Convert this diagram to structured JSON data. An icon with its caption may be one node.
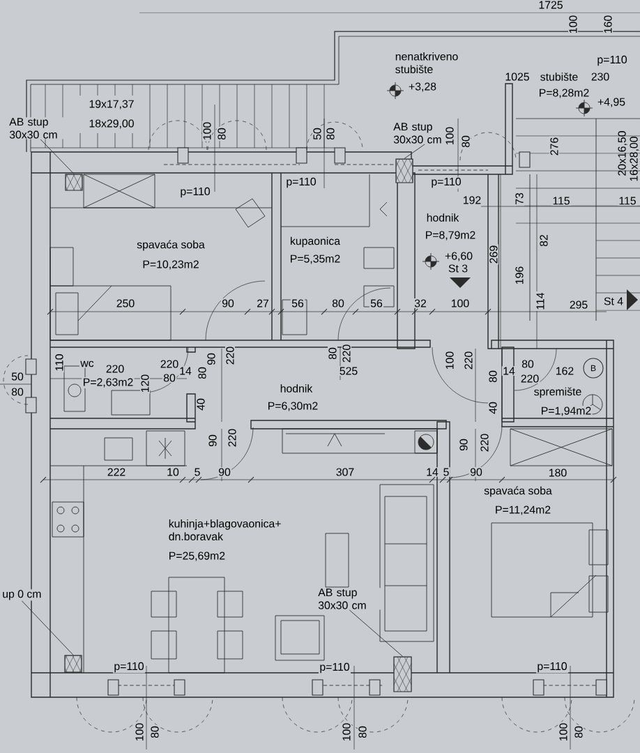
{
  "diagram": {
    "nodes": [
      {
        "text": [
          "B"
        ]
      },
      {
        "text": [
          "AB stup 30x30 cm"
        ]
      },
      {
        "text": [],
        "shape": "box"
      },
      {
        "text": [
          "AB stup 30x30 cm"
        ]
      },
      {
        "text": [],
        "shape": "box"
      },
      {
        "text": [
          "up 0 cm"
        ]
      },
      {
        "text": [],
        "shape": "box"
      },
      {
        "text": [
          "AB stup 30x30 cm"
        ]
      },
      {
        "text": [],
        "shape": "box"
      }
    ],
    "edges": [
      {
        "from": 1,
        "to": 2,
        "arrow": "none"
      },
      {
        "from": 3,
        "to": 4,
        "arrow": "none"
      },
      {
        "from": 5,
        "to": 6,
        "arrow": "none"
      },
      {
        "from": 7,
        "to": 8,
        "arrow": "none"
      }
    ],
    "labels": [
      "1725",
      "100",
      "160",
      "nenatkriveno stubište",
      "p=110",
      "1025",
      "stubište",
      "230",
      "+3,28",
      "P=8,28m2",
      "19x17,37",
      "+4,95",
      "18x29,00",
      "100",
      "80",
      "50",
      "80",
      "100",
      "80",
      "276",
      "20x16,50",
      "16x28,00",
      "p=110",
      "p=110",
      "p=110",
      "192",
      "73",
      "115",
      "115",
      "hodnik",
      "spavaća soba",
      "kupaonica",
      "P=8,79m2",
      "82",
      "P=10,23m2",
      "P=5,35m2",
      "+6,60",
      "269",
      "St 3",
      "196",
      "250",
      "90",
      "27",
      "56",
      "80",
      "56",
      "32",
      "100",
      "114",
      "295",
      "St 4",
      "110",
      "wc",
      "220",
      "220",
      "14",
      "80",
      "90",
      "220",
      "80",
      "220",
      "525",
      "100",
      "220",
      "80",
      "14",
      "80",
      "162",
      "50",
      "P=2,63m2",
      "120",
      "80",
      "220",
      "80",
      "hodnik",
      "spremište",
      "40",
      "P=6,30m2",
      "40",
      "P=1,94m2",
      "90",
      "220",
      "90",
      "220",
      "222",
      "10",
      "5",
      "90",
      "307",
      "14",
      "5",
      "90",
      "180",
      "spavaća soba",
      "P=11,24m2",
      "kuhinja+blagovaonica+ dn.boravak",
      "P=25,69m2",
      "p=110",
      "p=110",
      "p=110",
      "100",
      "80",
      "100",
      "80",
      "100",
      "80"
    ]
  }
}
